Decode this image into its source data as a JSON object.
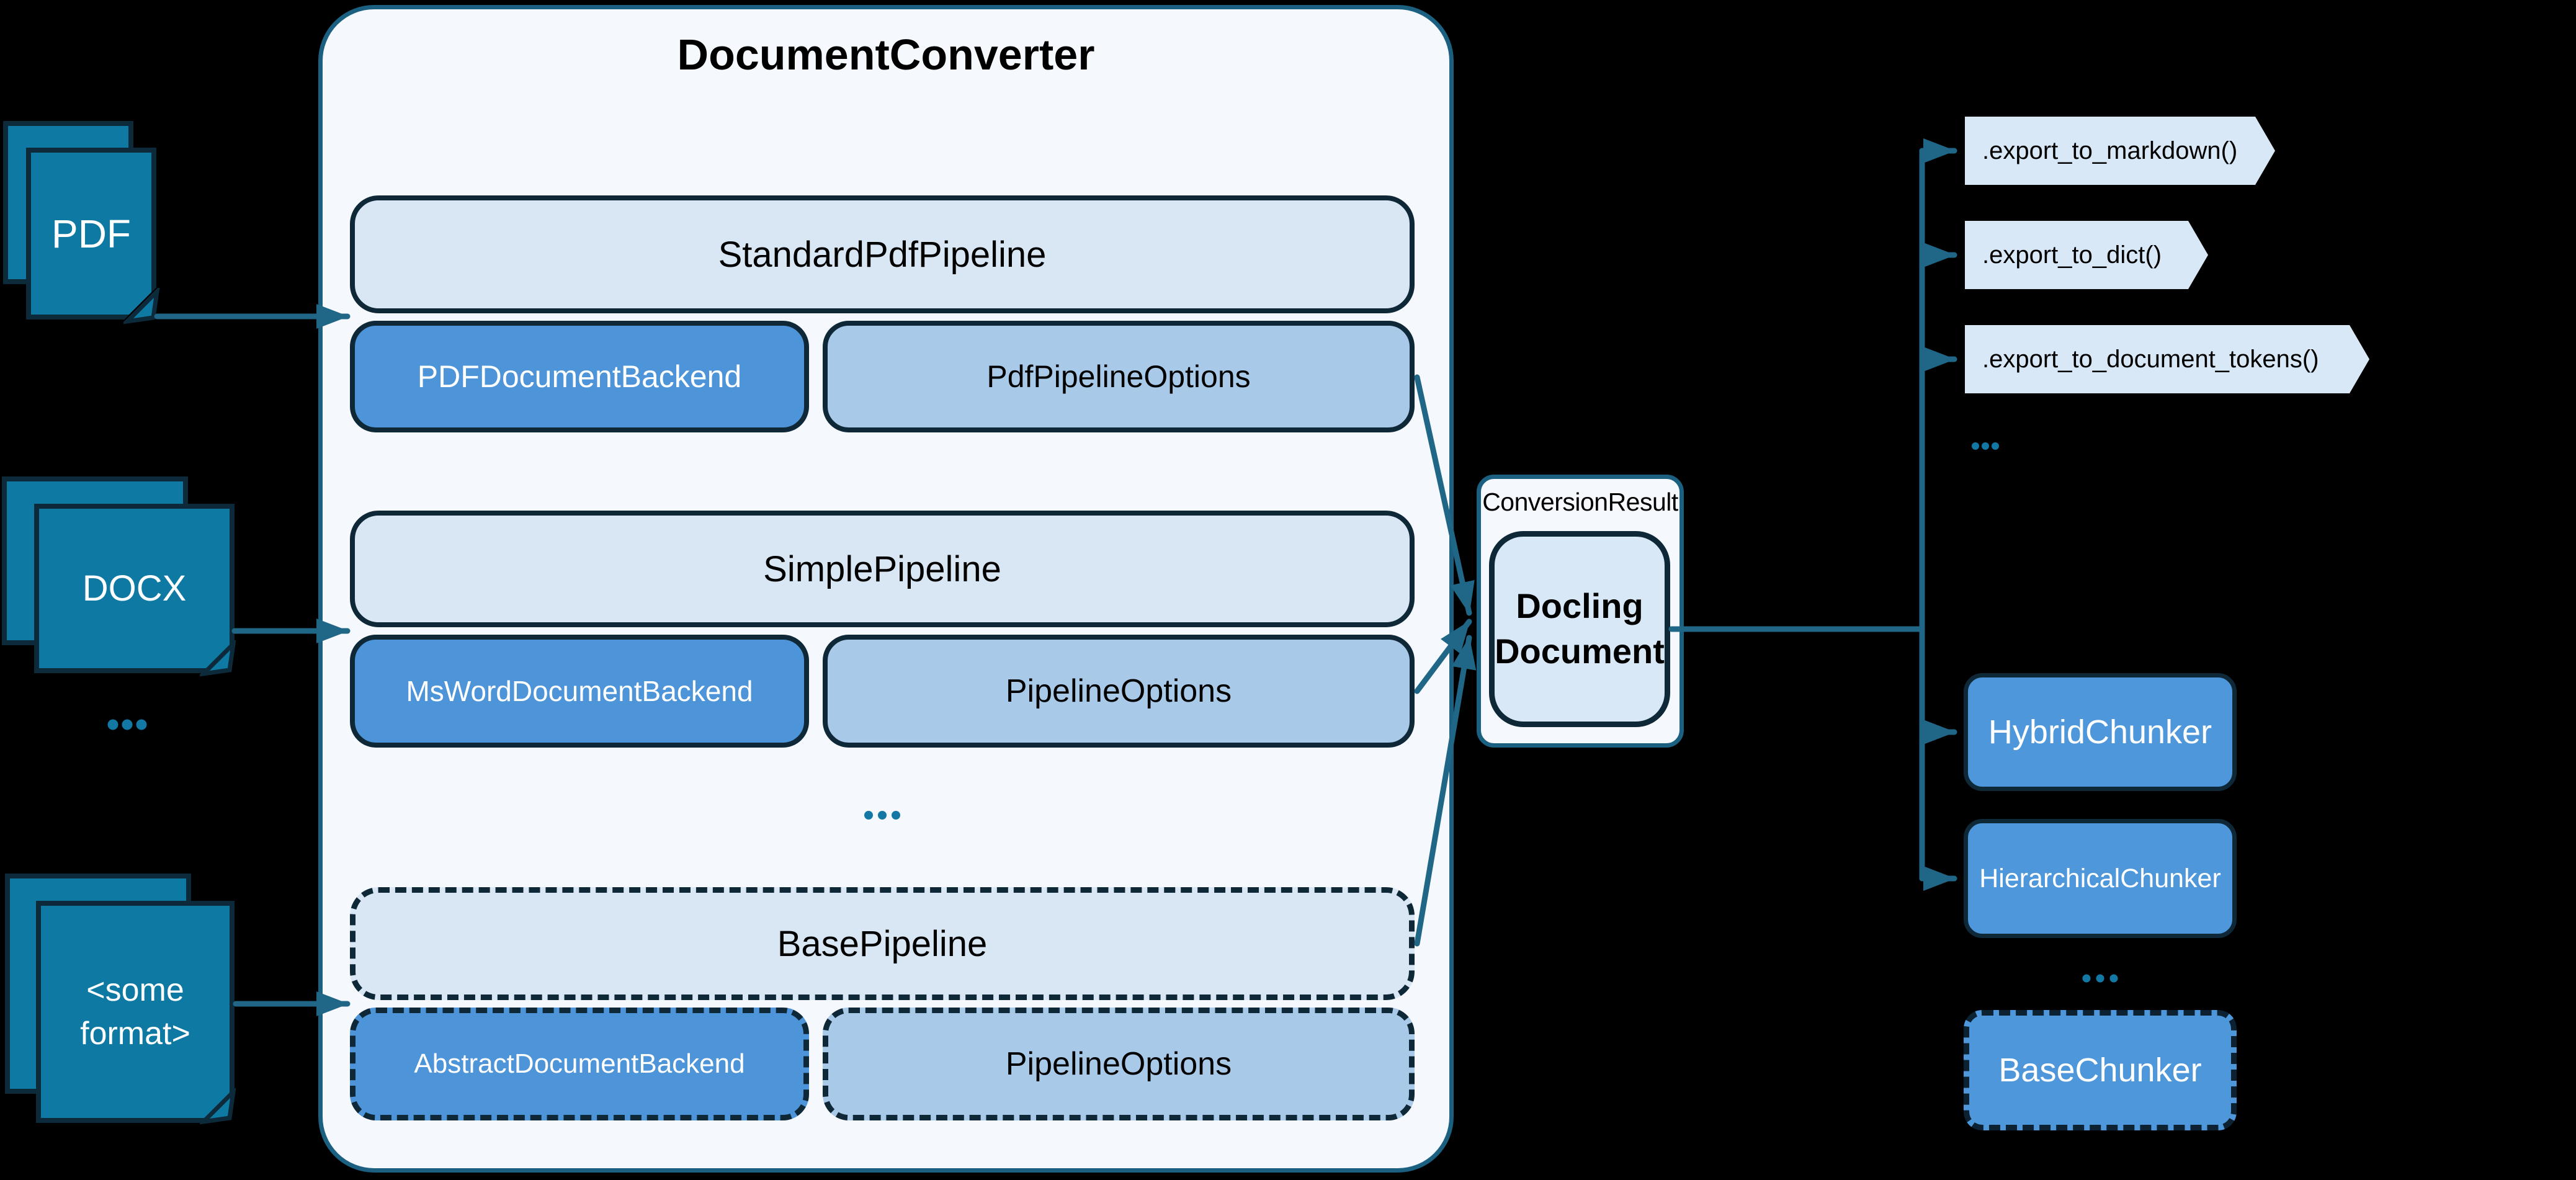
{
  "colors": {
    "bg": "#000000",
    "canvas": "#f5f8fd",
    "box-border": "#1b6080",
    "dark": "#0f2838",
    "row-fill": "#d9e7f5",
    "backend-fill": "#4e94d9",
    "options-fill": "#a9c9e9",
    "chunker-fill": "#4e97da",
    "banner-fill": "#d9e8f7",
    "doc-fill": "#0e7aa3",
    "doc-border": "#0d2a3a",
    "arrow": "#206687",
    "dots": "#1478a5",
    "docling-fill": "#d9e8f6"
  },
  "inputs": {
    "items": [
      {
        "label": "PDF"
      },
      {
        "label": "DOCX"
      },
      {
        "label": "<some format>",
        "line1": "<some",
        "line2": "format>"
      }
    ],
    "ellipsis": "..."
  },
  "converter": {
    "title": "DocumentConverter",
    "rows": [
      {
        "pipeline": "StandardPdfPipeline",
        "backend": "PDFDocumentBackend",
        "options": "PdfPipelineOptions",
        "dashed": false
      },
      {
        "pipeline": "SimplePipeline",
        "backend": "MsWordDocumentBackend",
        "options": "PipelineOptions",
        "dashed": false
      },
      {
        "pipeline": "BasePipeline",
        "backend": "AbstractDocumentBackend",
        "options": "PipelineOptions",
        "dashed": true
      }
    ],
    "ellipsis": "..."
  },
  "result": {
    "label": "ConversionResult",
    "doc_line1": "Docling",
    "doc_line2": "Document"
  },
  "exports": {
    "items": [
      {
        "label": ".export_to_markdown()"
      },
      {
        "label": ".export_to_dict()"
      },
      {
        "label": ".export_to_document_tokens()"
      }
    ],
    "ellipsis": "..."
  },
  "chunkers": {
    "items": [
      {
        "label": "HybridChunker"
      },
      {
        "label": "HierarchicalChunker"
      }
    ],
    "ellipsis": "...",
    "base": "BaseChunker"
  }
}
